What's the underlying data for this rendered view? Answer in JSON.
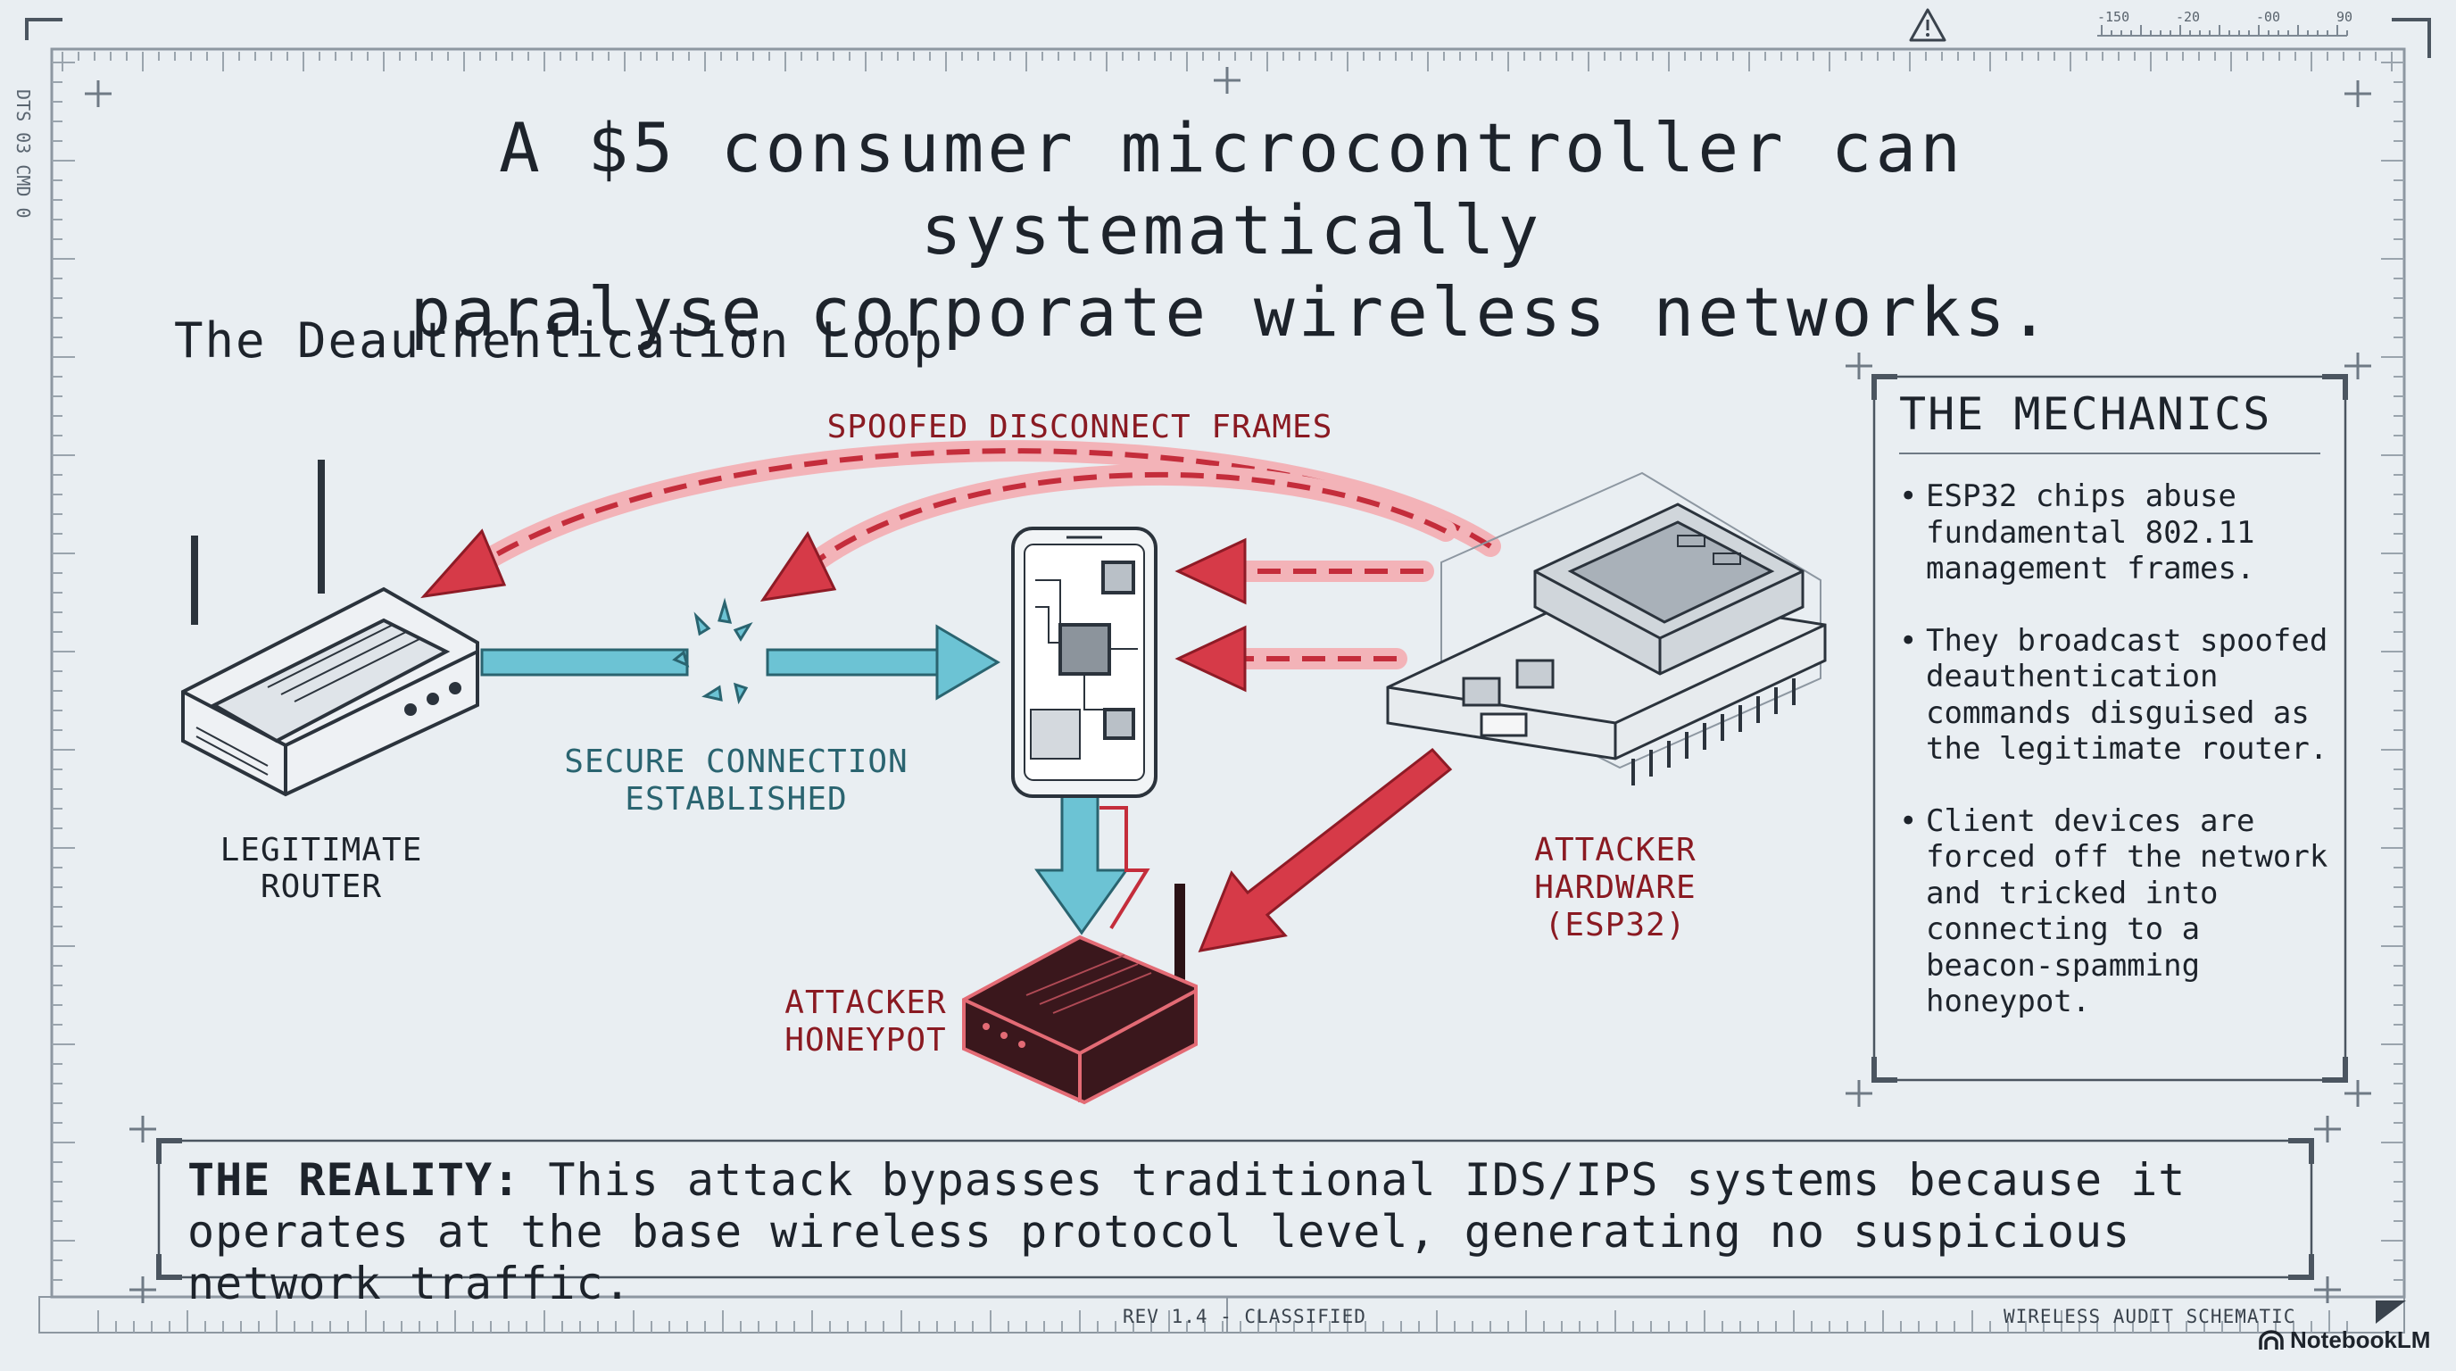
{
  "headline": {
    "line1": "A $5 consumer microcontroller can systematically",
    "line2": "paralyse corporate wireless networks."
  },
  "subtitle": "The Deauthentication Loop",
  "diagram": {
    "spoofed_label": "SPOOFED DISCONNECT FRAMES",
    "router_label": "LEGITIMATE ROUTER",
    "secure_label_line1": "SECURE CONNECTION",
    "secure_label_line2": "ESTABLISHED",
    "attacker_label_line1": "ATTACKER HARDWARE",
    "attacker_label_line2": "(ESP32)",
    "honeypot_label_line1": "ATTACKER",
    "honeypot_label_line2": "HONEYPOT"
  },
  "mechanics": {
    "title": "THE MECHANICS",
    "items": [
      "ESP32 chips abuse fundamental 802.11 management frames.",
      "They broadcast spoofed deauthentication commands disguised as the legitimate router.",
      "Client devices are forced off the network and tricked into connecting to a beacon-spamming honeypot."
    ]
  },
  "reality": {
    "label": "THE REALITY:",
    "text": "This attack bypasses traditional IDS/IPS systems because it operates at the base wireless protocol level, generating no suspicious network traffic."
  },
  "footer": {
    "center": "REV 1.4 - CLASSIFIED",
    "right": "WIRELESS AUDIT SCHEMATIC",
    "brand": "NotebookLM"
  },
  "side_text": "DTS 03 CMD 0",
  "scale": {
    "labels": [
      "-150",
      "-20",
      "-00",
      "90"
    ]
  },
  "colors": {
    "background": "#e9eef2",
    "attack_red": "#d63a48",
    "connection_teal": "#4fb4c9",
    "ink": "#1d232b"
  },
  "icons": [
    "warning-icon",
    "router-icon",
    "smartphone-icon",
    "esp32-board-icon",
    "honeypot-router-icon",
    "notebooklm-logo-icon"
  ]
}
